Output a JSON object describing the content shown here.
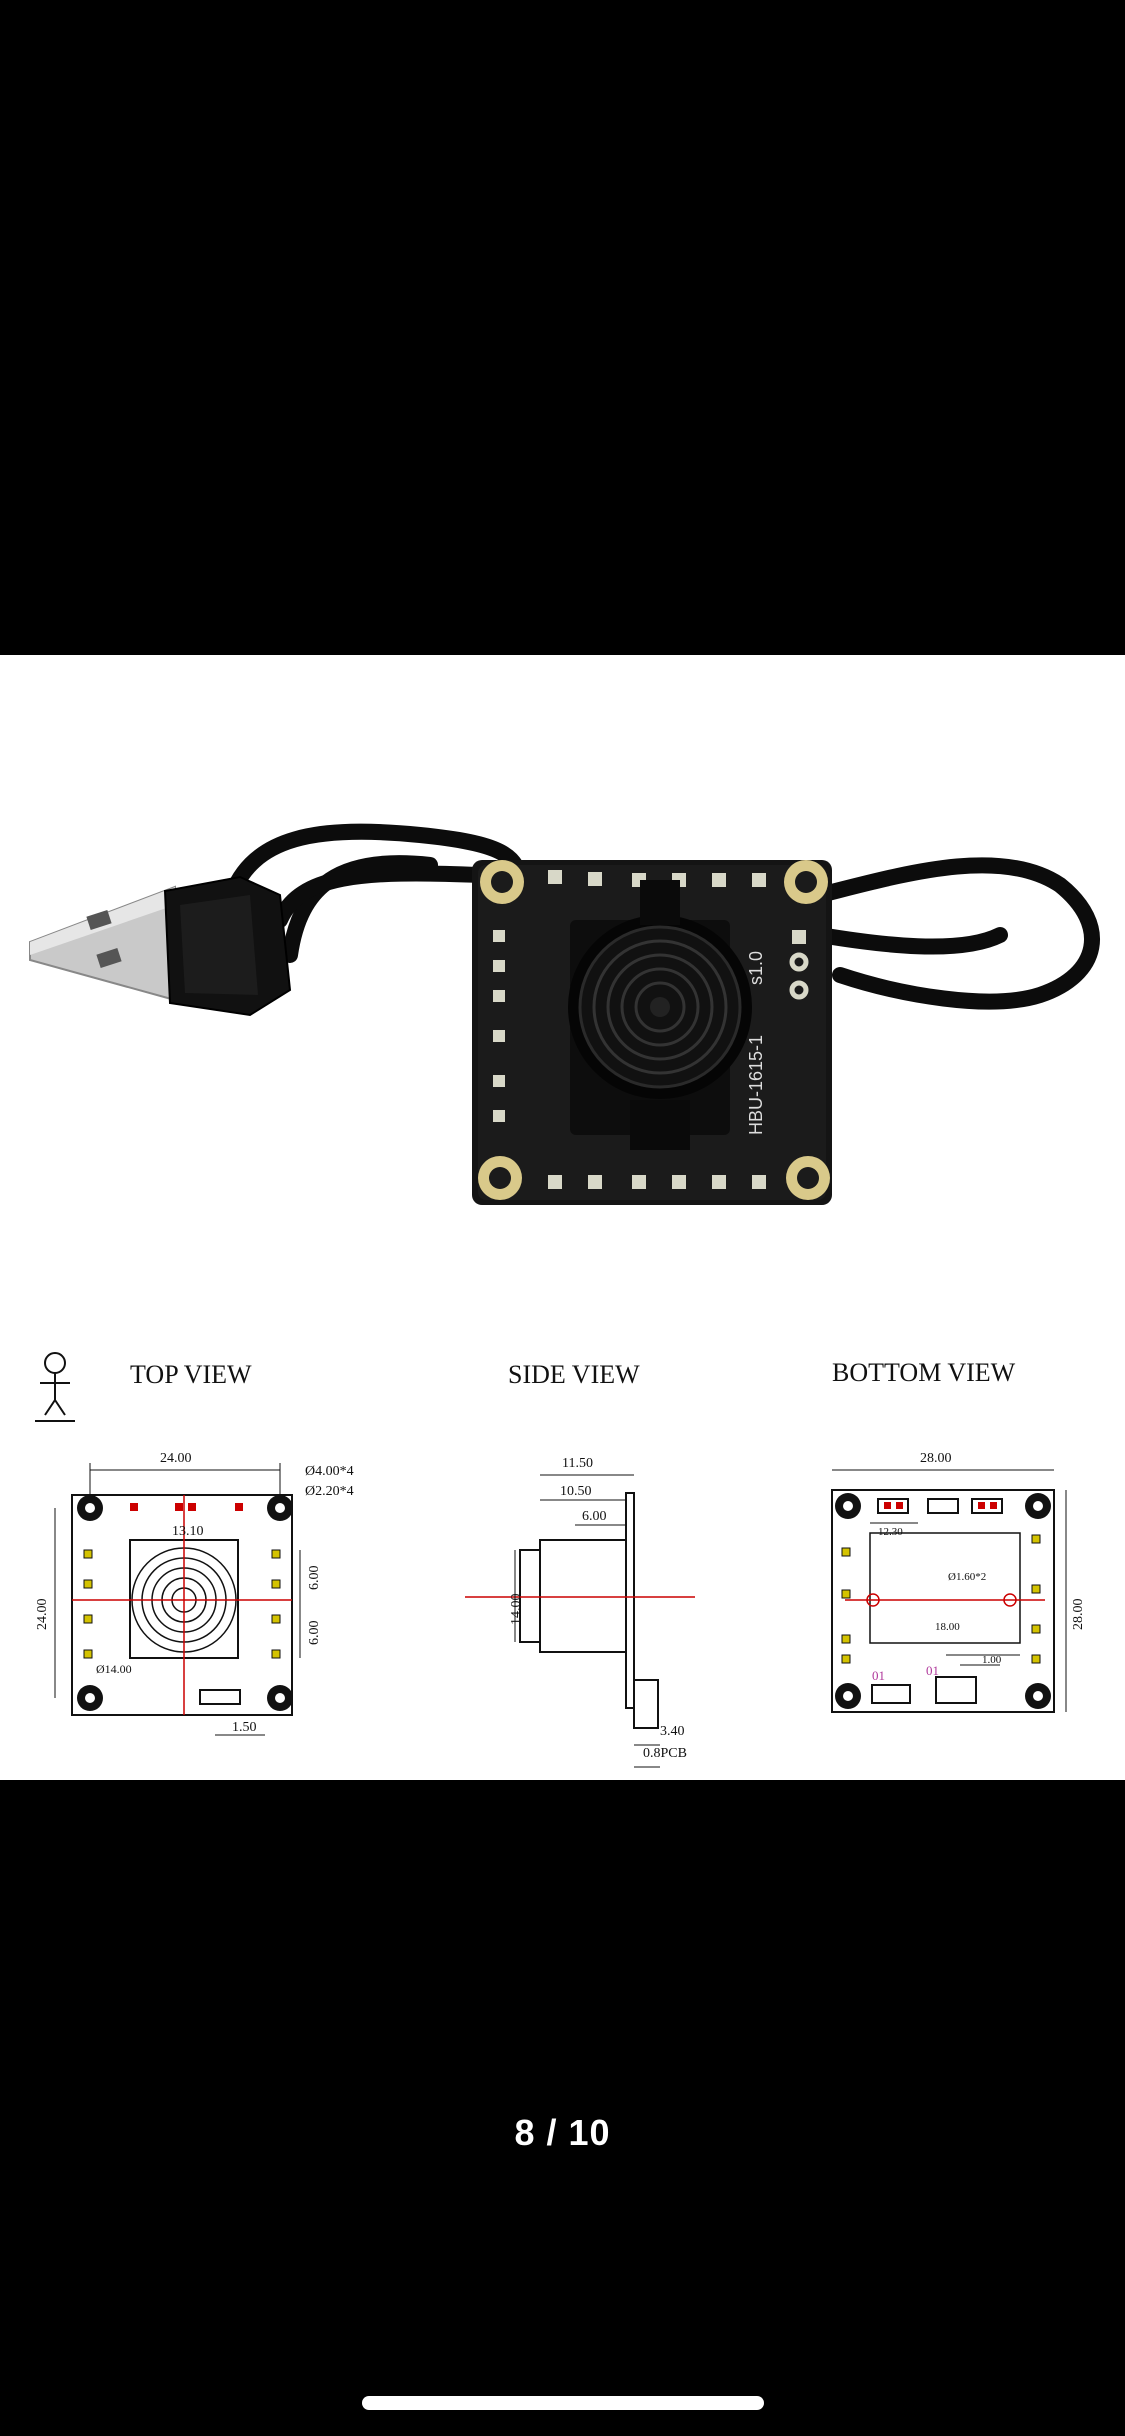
{
  "viewer": {
    "counter": "8 / 10"
  },
  "product_image": {
    "pcb_label": "HBU-1615-1",
    "pcb_version": "s1.0"
  },
  "drawing": {
    "top_view": {
      "title": "TOP VIEW",
      "dim_width": "24.00",
      "dim_height": "24.00",
      "dim_hole_outer": "Ø4.00*4",
      "dim_hole_inner": "Ø2.20*4",
      "dim_center": "13.10",
      "dim_right_top": "6.00",
      "dim_right_bottom": "6.00",
      "dim_lens": "Ø14.00",
      "dim_bottom": "1.50"
    },
    "side_view": {
      "title": "SIDE VIEW",
      "dim_a": "11.50",
      "dim_b": "10.50",
      "dim_c": "6.00",
      "dim_height": "14.00",
      "dim_d": "3.40",
      "dim_pcb": "0.8PCB"
    },
    "bottom_view": {
      "title": "BOTTOM VIEW",
      "dim_width": "28.00",
      "dim_height": "28.00",
      "dim_inner": "12.30",
      "dim_hole": "Ø1.60*2",
      "dim_span": "18.00",
      "dim_pitch": "1.00",
      "label_j1": "01",
      "label_j2": "01"
    }
  }
}
